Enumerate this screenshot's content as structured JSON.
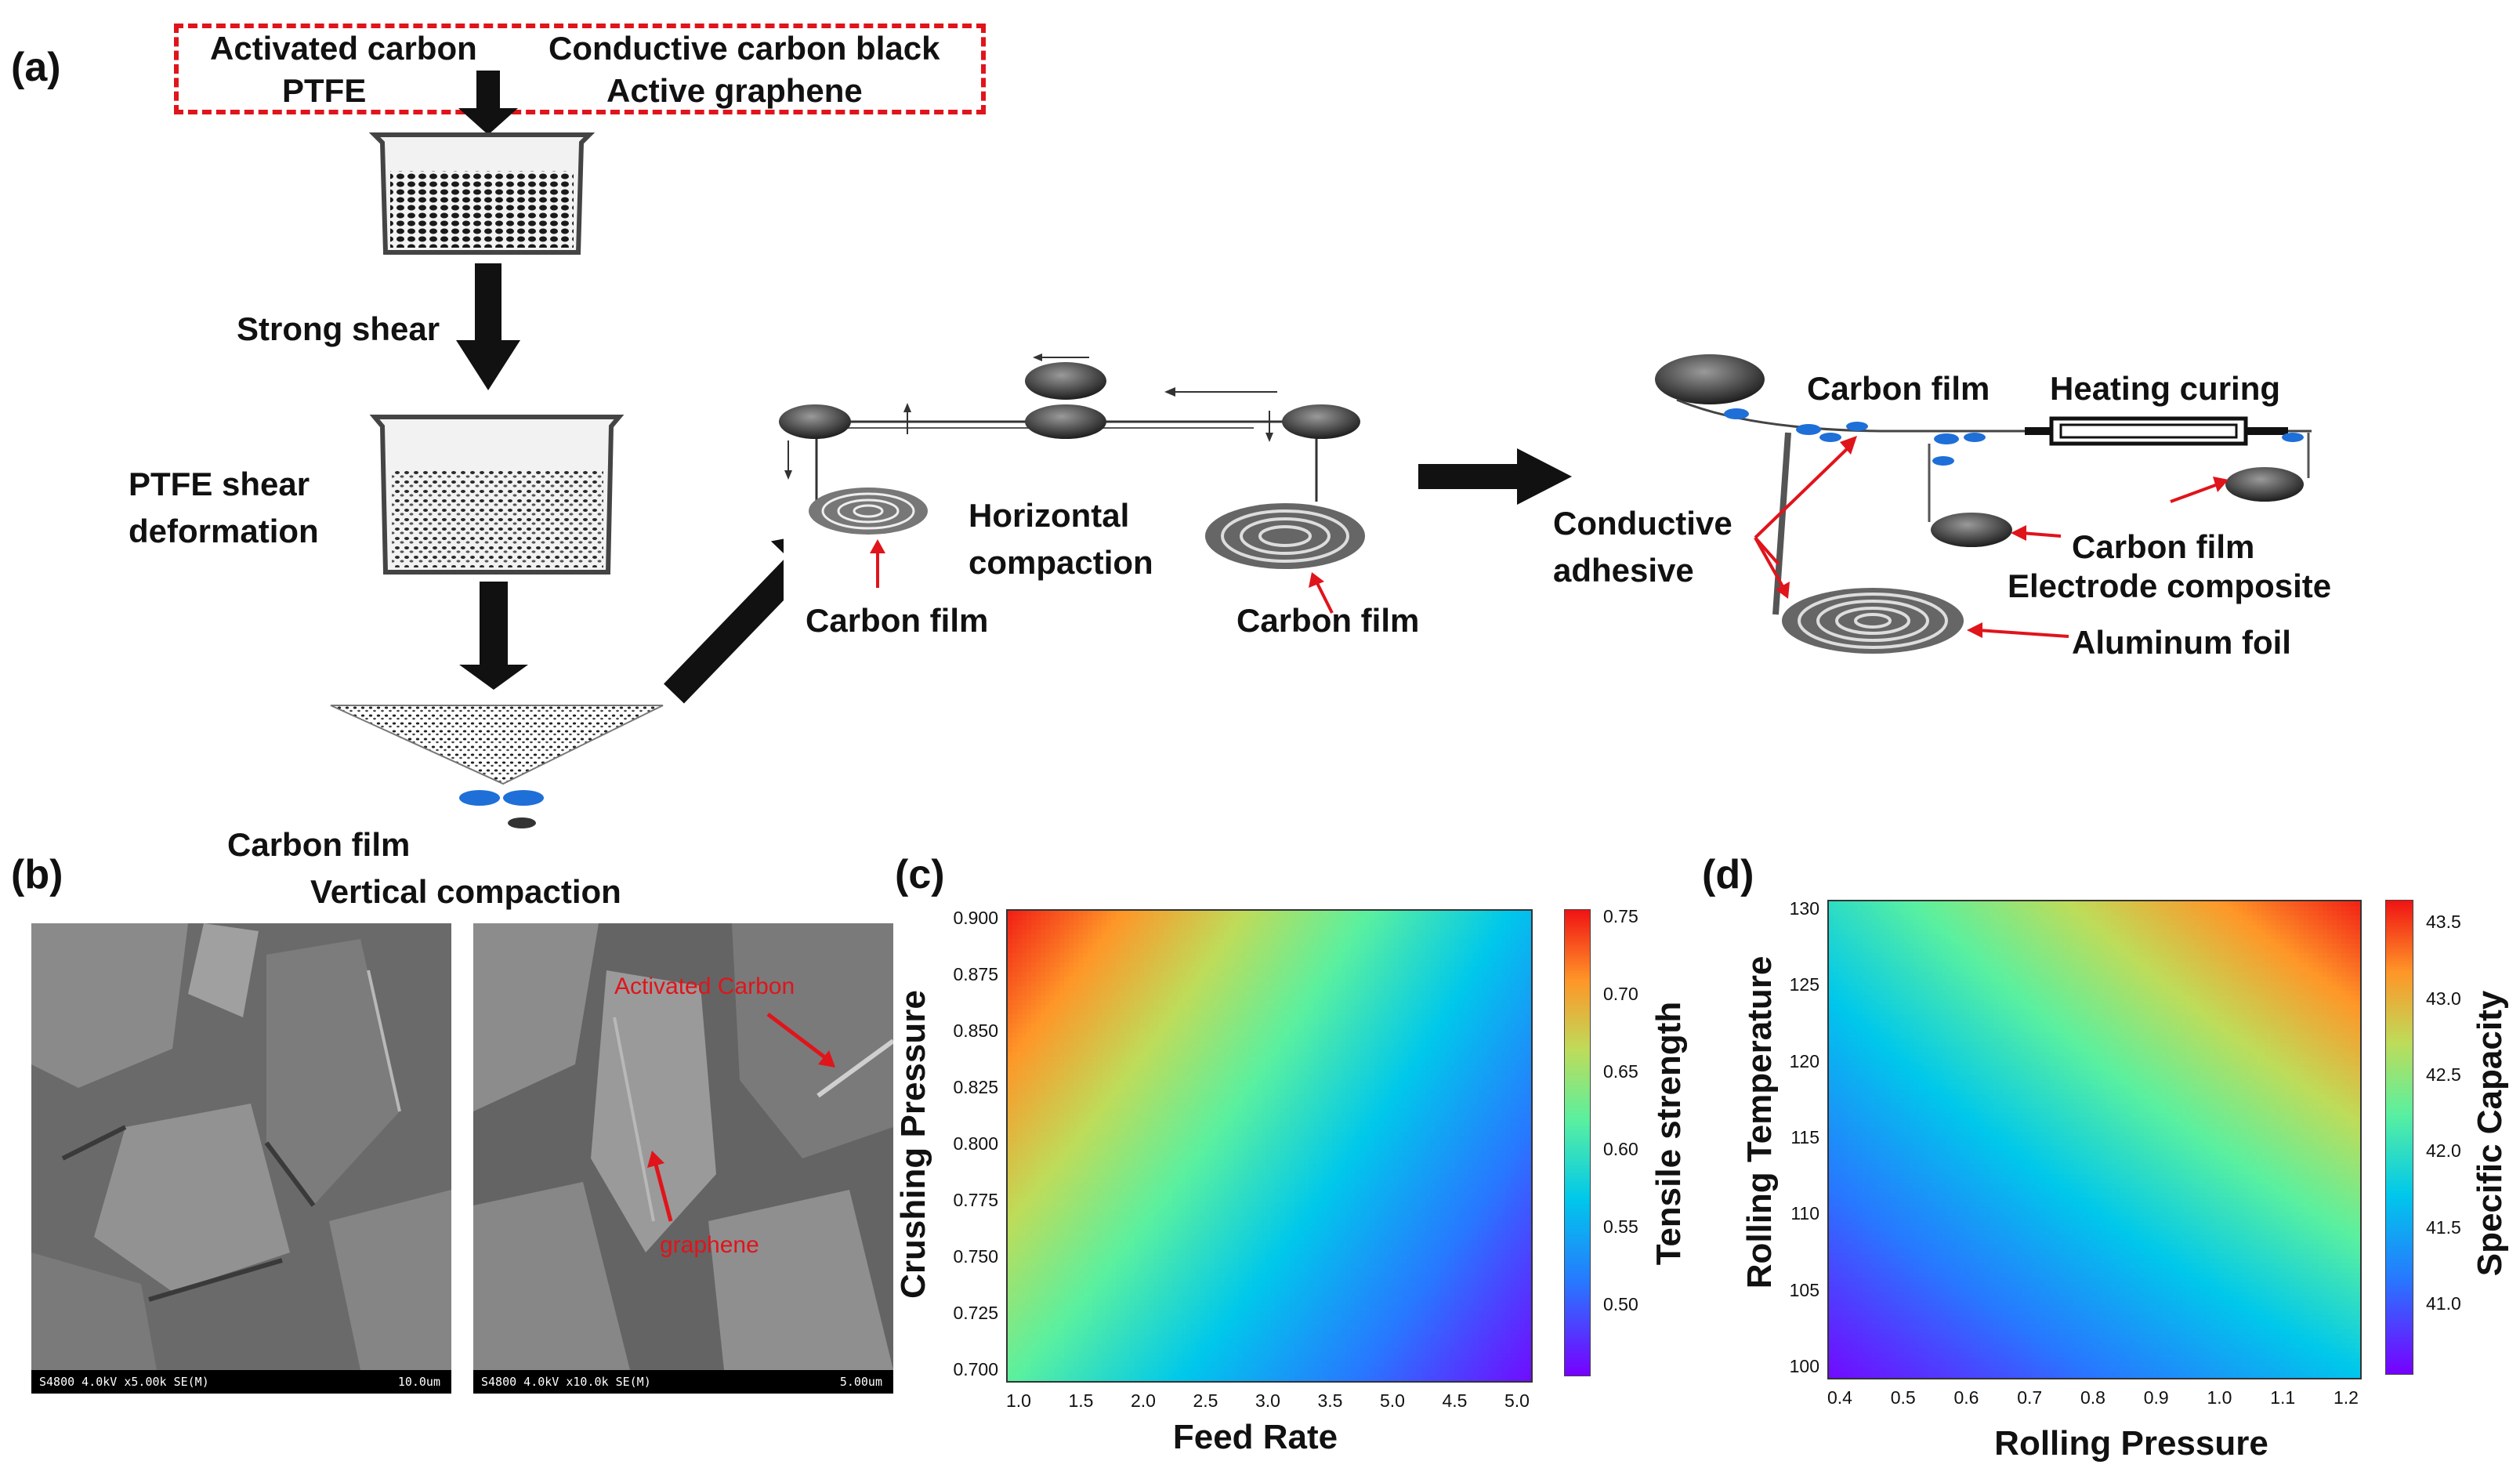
{
  "panel_a": {
    "label": "(a)",
    "materials": [
      "Activated carbon",
      "PTFE",
      "Conductive carbon black",
      "Active graphene"
    ],
    "step_strong_shear": "Strong shear",
    "step_ptfe_line1": "PTFE shear",
    "step_ptfe_line2": "deformation",
    "bottom_carbon_film": "Carbon film",
    "bottom_vertical": "Vertical compaction",
    "horiz_line1": "Horizontal",
    "horiz_line2": "compaction",
    "carbon_film_left": "Carbon film",
    "carbon_film_right": "Carbon film",
    "carbon_film_top": "Carbon film",
    "heating_curing": "Heating curing",
    "conductive_line1": "Conductive",
    "conductive_line2": "adhesive",
    "electrode_line1": "Carbon film",
    "electrode_line2": "Electrode composite",
    "aluminum_foil": "Aluminum foil"
  },
  "panel_b": {
    "label": "(b)",
    "sem_left_info": "S4800 4.0kV x5.00k SE(M)",
    "sem_left_scale": "10.0um",
    "sem_right_info": "S4800 4.0kV x10.0k SE(M)",
    "sem_right_scale": "5.00um",
    "annotation_activated": "Activated Carbon",
    "annotation_graphene": "graphene"
  },
  "chart_data": [
    {
      "panel": "(c)",
      "type": "heatmap",
      "xlabel": "Feed Rate",
      "ylabel": "Crushing Pressure",
      "x_ticks": [
        "1.0",
        "1.5",
        "2.0",
        "2.5",
        "3.0",
        "3.5",
        "5.0",
        "4.5",
        "5.0"
      ],
      "y_ticks": [
        "0.700",
        "0.725",
        "0.750",
        "0.775",
        "0.800",
        "0.825",
        "0.850",
        "0.875",
        "0.900"
      ],
      "colorbar_label": "Tensile strength",
      "colorbar_ticks": [
        "0.50",
        "0.55",
        "0.60",
        "0.65",
        "0.70",
        "0.75"
      ],
      "colorbar_range": [
        0.455,
        0.755
      ],
      "colormap": "rainbow",
      "corner_values": {
        "top_left": 0.75,
        "top_right": 0.56,
        "bottom_left": 0.62,
        "bottom_right": 0.46
      }
    },
    {
      "panel": "(d)",
      "type": "heatmap",
      "xlabel": "Rolling Pressure",
      "ylabel": "Rolling Temperature",
      "x_ticks": [
        "0.4",
        "0.5",
        "0.6",
        "0.7",
        "0.8",
        "0.9",
        "1.0",
        "1.1",
        "1.2"
      ],
      "y_ticks": [
        "100",
        "105",
        "110",
        "115",
        "120",
        "125",
        "130"
      ],
      "colorbar_label": "Specific Capacity",
      "colorbar_ticks": [
        "41.0",
        "41.5",
        "42.0",
        "42.5",
        "43.0",
        "43.5"
      ],
      "colorbar_range": [
        40.55,
        43.65
      ],
      "colormap": "rainbow",
      "corner_values": {
        "top_left": 42.0,
        "top_right": 43.6,
        "bottom_left": 40.6,
        "bottom_right": 41.7
      }
    }
  ],
  "colors": {
    "accent_red": "#e0141b",
    "roller_blue": "#1e6fd8",
    "arrow": "#111111"
  }
}
